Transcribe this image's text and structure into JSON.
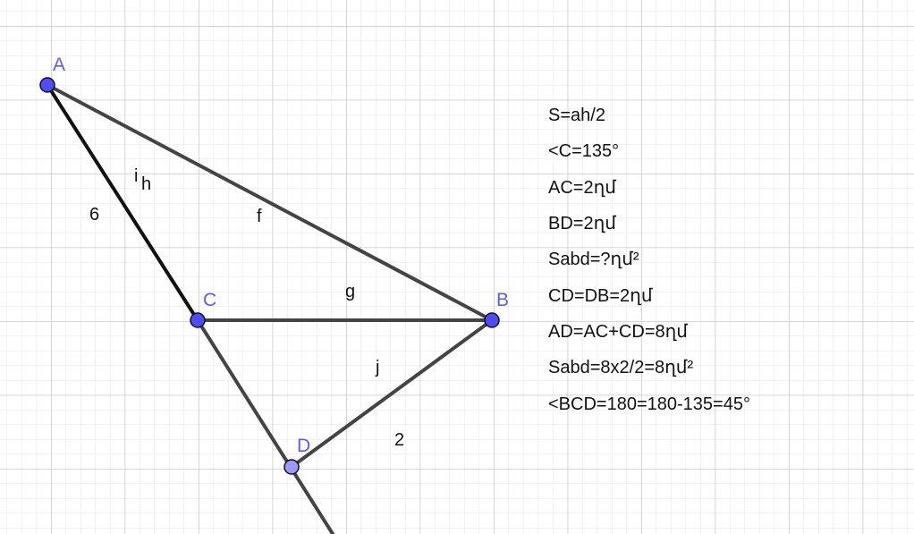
{
  "points": {
    "A": "A",
    "B": "B",
    "C": "C",
    "D": "D"
  },
  "segment_labels": {
    "side_ac": "6",
    "i": "i",
    "h": "h",
    "f": "f",
    "g": "g",
    "j": "j",
    "side_db": "2"
  },
  "notes": [
    "S=ah/2",
    "<C=135°",
    "AC=2ղմ",
    "BD=2ղմ",
    "Sabd=?ղմ²",
    "CD=DB=2ղմ",
    "AD=AC+CD=8ղմ",
    "Sabd=8x2/2=8ղմ²",
    "<BCD=180=180-135=45°"
  ],
  "colors": {
    "point_fill": "#4d4dff",
    "point_label": "#5c5cf0",
    "segment": "#444444",
    "segment_bold": "#111111"
  }
}
